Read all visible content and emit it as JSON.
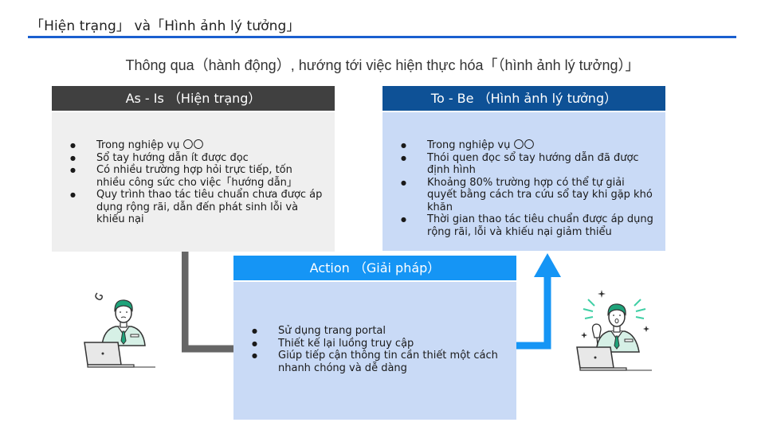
{
  "header": {
    "title": "「Hiện trạng」 và「Hình ảnh lý tưởng」",
    "subtitle": "Thông qua（hành động）, hướng tới việc hiện thực hóa「（hình ảnh lý tưởng）」",
    "rule_color": "#1a5fcf"
  },
  "as_is": {
    "title": "As - Is （Hiện trạng）",
    "header_color": "#404040",
    "body_color": "#efefef",
    "items": [
      "Trong nghiệp vụ 〇〇",
      "Sổ tay hướng dẫn ít được đọc",
      "Có nhiều trường hợp hỏi trực tiếp, tốn nhiều công sức cho việc「hướng dẫn」",
      "Quy trình thao tác tiêu chuẩn chưa được áp dụng rộng rãi, dẫn đến phát sinh lỗi và khiếu nại"
    ]
  },
  "to_be": {
    "title": "To - Be （Hình ảnh lý tưởng）",
    "header_color": "#0e5196",
    "body_color": "#c9daf6",
    "items": [
      "Trong nghiệp vụ 〇〇",
      "Thói quen đọc sổ tay hướng dẫn đã được định hình",
      "Khoảng 80% trường hợp có thể tự giải quyết bằng cách tra cứu sổ tay khi gặp khó khăn",
      "Thời gian thao tác tiêu chuẩn được áp dụng rộng rãi, lỗi và khiếu nại giảm thiểu"
    ]
  },
  "action": {
    "title": "Action （Giải pháp）",
    "header_color": "#1595f5",
    "body_color": "#c9daf6",
    "items": [
      "Sử dụng trang portal",
      "Thiết kế lại luồng truy cập",
      "Giúp tiếp cận thông tin cần thiết một cách nhanh chóng và dễ dàng"
    ]
  },
  "illustrations": {
    "left": "worried-office-worker-icon",
    "right": "happy-office-worker-icon"
  },
  "connectors": {
    "gray_color": "#666666",
    "blue_color": "#1595f5"
  }
}
